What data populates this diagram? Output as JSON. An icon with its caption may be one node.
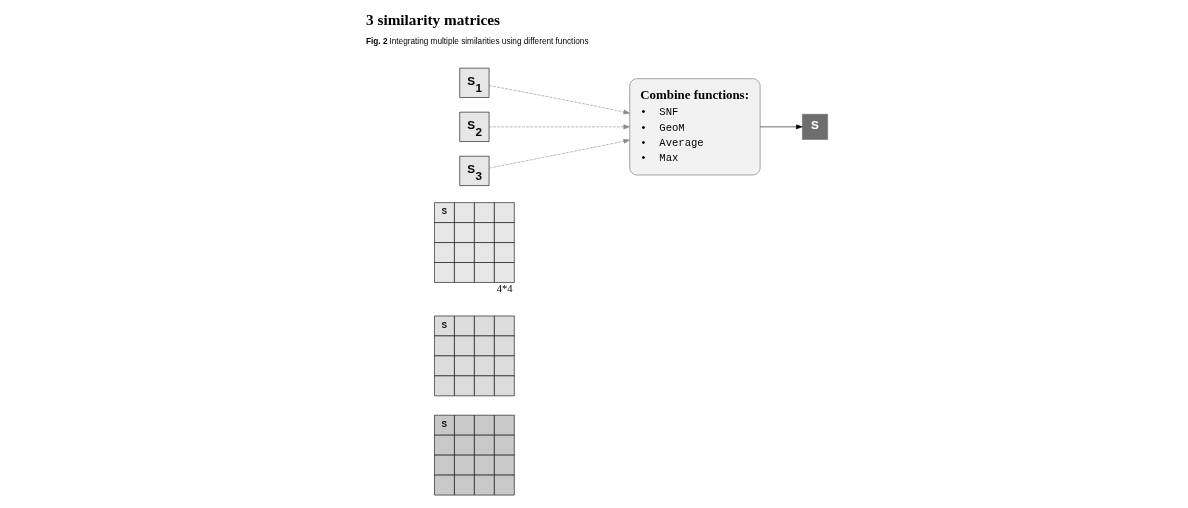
{
  "diagram": {
    "title": "3 similarity matrices",
    "caption": "**Fig. 2** Integrating multiple similarities using different functions",
    "nodes": [
      {
        "text": [
          "S"
        ]
      },
      {
        "text": [
          "S"
        ]
      },
      {
        "text": [
          "S"
        ],
        "beside": [
          "4*4"
        ]
      },
      {
        "text": [
          "S$_{1}$"
        ]
      },
      {
        "text": [
          "S$_{2}$"
        ]
      },
      {
        "text": [
          "S$_{3}$"
        ]
      },
      {
        "text": [
          "Combine functions:",
          "•  SNF",
          "•  GeoM",
          "•  Average",
          "•  Max"
        ]
      },
      {
        "text": [
          "S"
        ]
      }
    ],
    "edges": [
      {
        "from": 3,
        "to": 6,
        "arrow": "to",
        "style": "dashed",
        "color": "#888888"
      },
      {
        "from": 4,
        "to": 6,
        "arrow": "to",
        "style": "dashed",
        "color": "#888888"
      },
      {
        "from": 5,
        "to": 6,
        "arrow": "to",
        "style": "dashed",
        "color": "#888888"
      },
      {
        "from": 6,
        "to": 7,
        "arrow": "to",
        "color": "#000000"
      }
    ]
  }
}
